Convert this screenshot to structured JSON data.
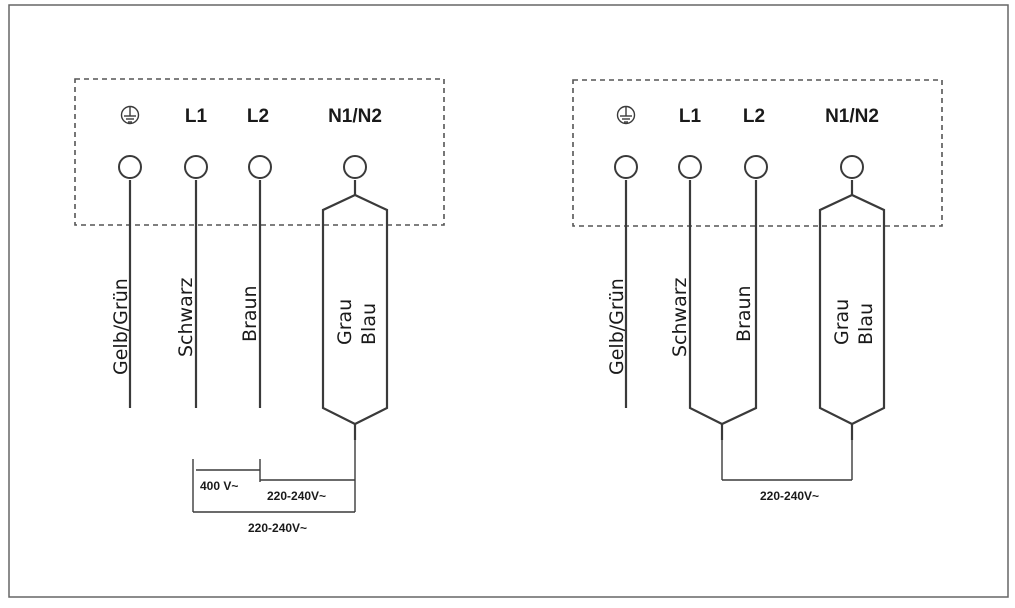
{
  "colors": {
    "stroke": "#3a3a3a",
    "frame": "#666666",
    "background": "#ffffff"
  },
  "icons": {
    "ground": "ground-symbol-icon"
  },
  "left": {
    "headers": {
      "l1": "L1",
      "l2": "L2",
      "n": "N1/N2"
    },
    "wires": {
      "ground": "Gelb/Grün",
      "l1": "Schwarz",
      "l2": "Braun",
      "n1": "Grau",
      "n2": "Blau"
    },
    "voltages": {
      "v400": "400 V~",
      "v220_inner": "220-240V~",
      "v220_outer": "220-240V~"
    }
  },
  "right": {
    "headers": {
      "l1": "L1",
      "l2": "L2",
      "n": "N1/N2"
    },
    "wires": {
      "ground": "Gelb/Grün",
      "l1": "Schwarz",
      "l2": "Braun",
      "n1": "Grau",
      "n2": "Blau"
    },
    "voltages": {
      "v220": "220-240V~"
    }
  }
}
